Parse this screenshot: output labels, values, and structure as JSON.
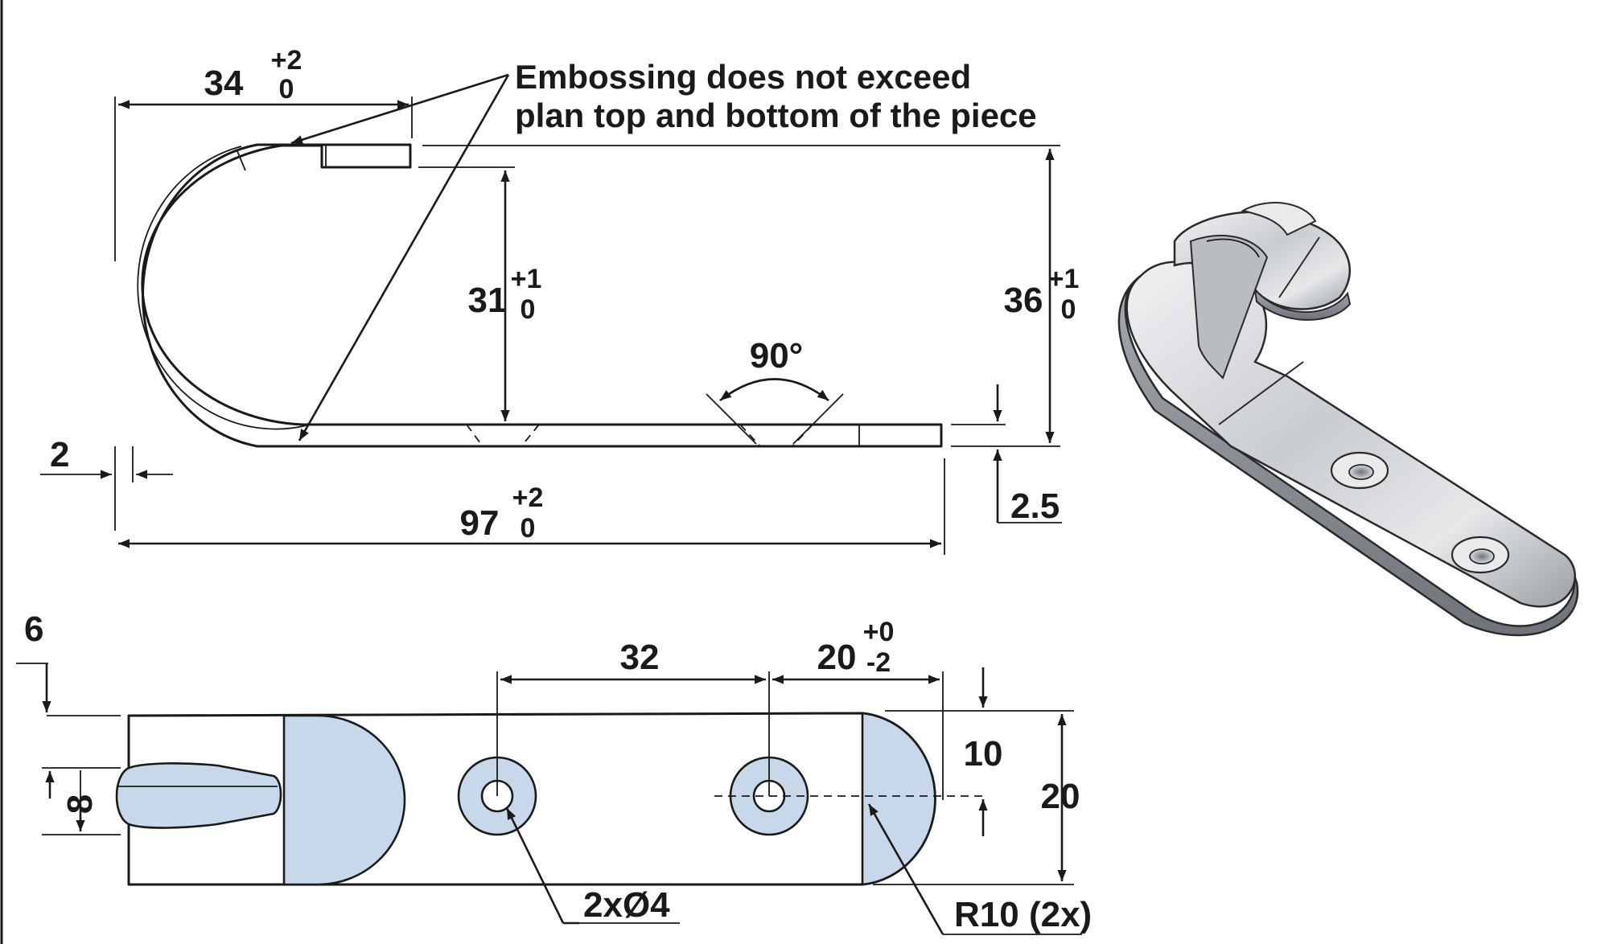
{
  "colors": {
    "line": "#1a1a1a",
    "shade": "#c8d8eb",
    "metal_light": "#dfe2e6",
    "metal_dark": "#8a8f95"
  },
  "note": {
    "line1": "Embossing does not exceed",
    "line2": "plan top and bottom of the piece"
  },
  "side_view": {
    "width": {
      "value": "34",
      "tol_plus": "+2",
      "tol_minus": "0"
    },
    "inner_height": {
      "value": "31",
      "tol_plus": "+1",
      "tol_minus": "0"
    },
    "outer_height": {
      "value": "36",
      "tol_plus": "+1",
      "tol_minus": "0"
    },
    "angle": "90°",
    "thickness_left": "2",
    "thickness_right": "2.5",
    "length": {
      "value": "97",
      "tol_plus": "+2",
      "tol_minus": "0"
    }
  },
  "top_view": {
    "offset_6": "6",
    "embossing_width": "8",
    "hole_spacing": "32",
    "end_distance": {
      "value": "20",
      "tol_plus": "+0",
      "tol_minus": "-2"
    },
    "half_width": "10",
    "width": "20",
    "hole_callout": "2xØ4",
    "radius_callout": "R10 (2x)"
  }
}
